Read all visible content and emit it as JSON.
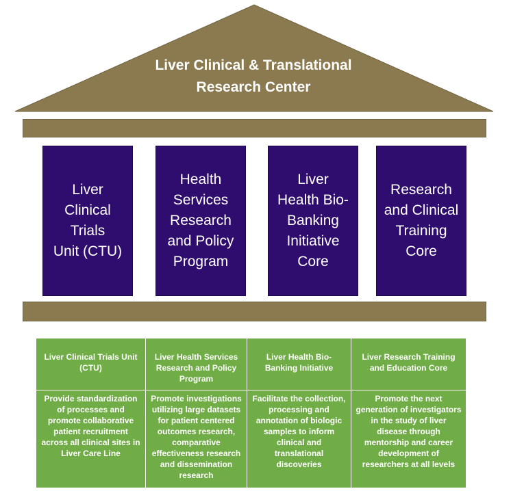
{
  "roof": {
    "title_line1": "Liver Clinical & Translational",
    "title_line2": "Research Center"
  },
  "pillars": [
    "Liver\nClinical\nTrials\nUnit (CTU)",
    "Health\nServices\nResearch\nand Policy\nProgram",
    "Liver\nHealth Bio-\nBanking\nInitiative\nCore",
    "Research\nand Clinical\nTraining\nCore"
  ],
  "table": {
    "headers": [
      "Liver Clinical Trials Unit\n(CTU)",
      "Liver Health Services\nResearch and Policy\nProgram",
      "Liver Health Bio-\nBanking Initiative",
      "Liver Research Training\nand Education Core"
    ],
    "descriptions": [
      "Provide standardization\nof processes and\npromote collaborative\npatient recruitment\nacross all clinical sites in\nLiver Care Line",
      "Promote investigations\nutilizing large datasets\nfor patient centered\noutcomes research,\ncomparative\neffectiveness research\nand dissemination\nresearch",
      "Facilitate the collection,\nprocessing and\nannotation of biologic\nsamples to inform\nclinical and\ntranslational\ndiscoveries",
      "Promote the next\ngeneration of investigators\nin the study of liver\ndisease through\nmentorship and career\ndevelopment of\nresearchers at all levels"
    ]
  },
  "colors": {
    "roof": "#8b7a4f",
    "pillar": "#2f0d6e",
    "table": "#70ad47"
  }
}
